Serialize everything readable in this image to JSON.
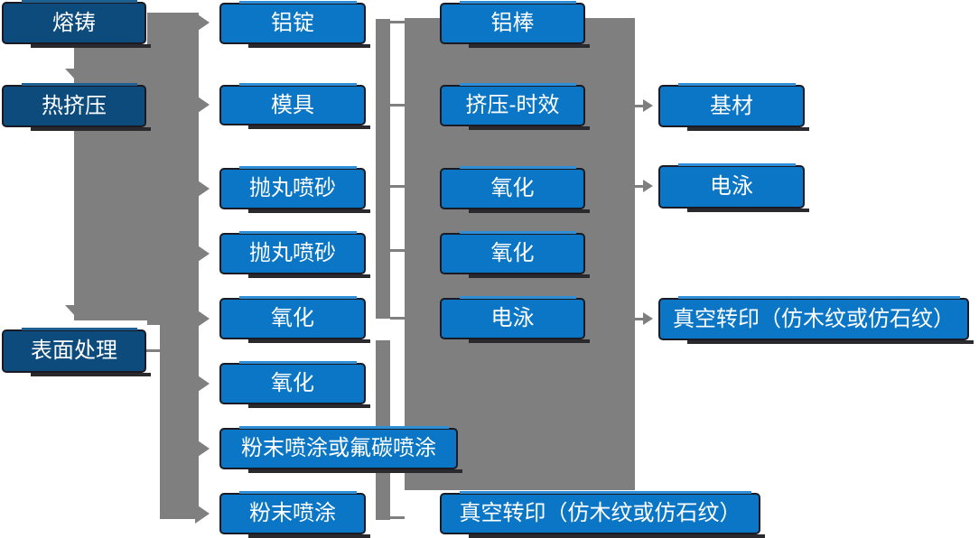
{
  "colors": {
    "node_blue": "#0b76c6",
    "node_dark_blue": "#0e4b7d",
    "connector_gray": "#7f7f7f",
    "outline": "#1a1a24",
    "text_white": "#ffffff"
  },
  "flowchart": {
    "col1": [
      {
        "label": "熔铸"
      },
      {
        "label": "热挤压"
      },
      {
        "label": "表面处理"
      }
    ],
    "col2": [
      {
        "label": "铝锭"
      },
      {
        "label": "模具"
      },
      {
        "label": "抛丸喷砂"
      },
      {
        "label": "抛丸喷砂"
      },
      {
        "label": "氧化"
      },
      {
        "label": "氧化"
      },
      {
        "label": "粉末喷涂或氟碳喷涂"
      },
      {
        "label": "粉末喷涂"
      }
    ],
    "col3": [
      {
        "label": "铝棒"
      },
      {
        "label": "挤压-时效"
      },
      {
        "label": "氧化"
      },
      {
        "label": "氧化"
      },
      {
        "label": "电泳"
      },
      {
        "label": "真空转印（仿木纹或仿石纹）"
      }
    ],
    "col4": [
      {
        "label": "基材"
      },
      {
        "label": "电泳"
      },
      {
        "label": "真空转印（仿木纹或仿石纹）"
      }
    ]
  }
}
